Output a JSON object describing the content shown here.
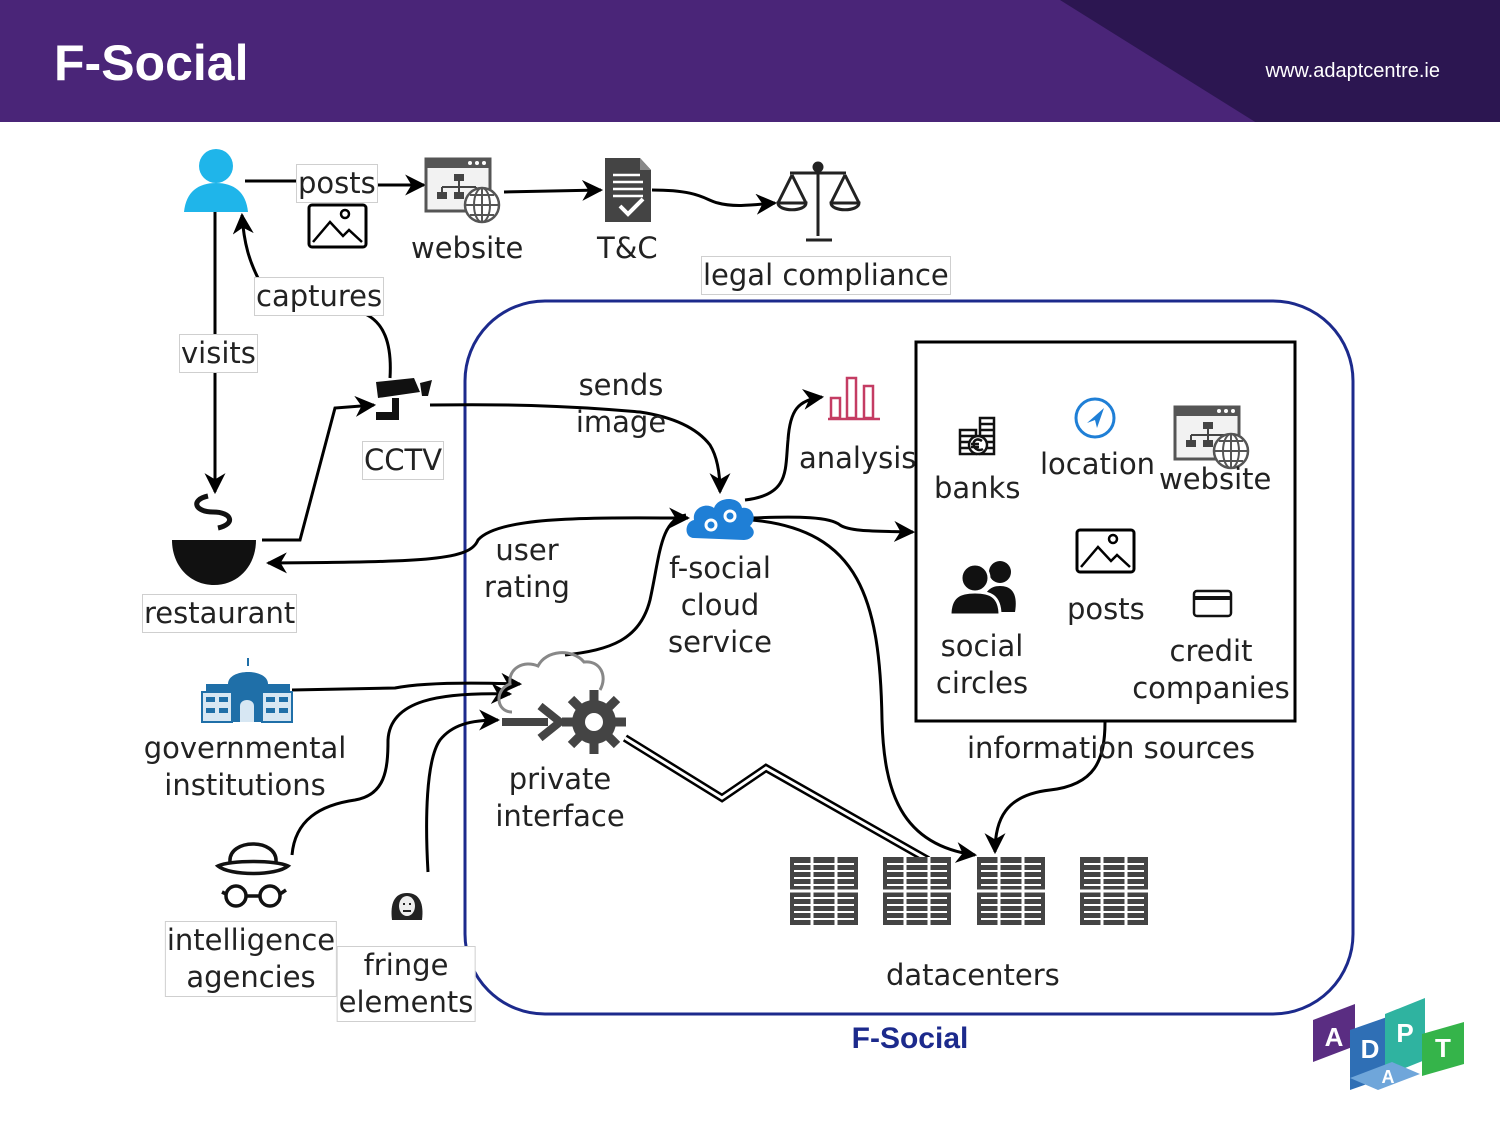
{
  "header": {
    "title": "F-Social",
    "website": "www.adaptcentre.ie"
  },
  "diagram": {
    "labels": {
      "posts_edge": "posts",
      "website_top": "website",
      "tc": "T&C",
      "legal": "legal compliance",
      "captures": "captures",
      "visits": "visits",
      "cctv": "CCTV",
      "restaurant": "restaurant",
      "sends_image": "sends\nimage",
      "user_rating": "user\nrating",
      "analysis": "analysis",
      "fsocial_cloud": "f-social\ncloud\nservice",
      "private_interface": "private\ninterface",
      "governmental": "governmental\ninstitutions",
      "intelligence": "intelligence\nagencies",
      "fringe": "fringe\nelements",
      "banks": "banks",
      "location": "location",
      "website_info": "website",
      "posts_info": "posts",
      "social_circles": "social\ncircles",
      "credit_companies": "credit\ncompanies",
      "information_sources": "information sources",
      "datacenters": "datacenters"
    },
    "caption": "F-Social",
    "colors": {
      "header": "#4a2578",
      "boundary": "#1c2a8c",
      "person": "#1fb5ea",
      "cloud": "#1f7fd6",
      "analysis": "#c43c63"
    }
  },
  "logo": {
    "letters": [
      "A",
      "D",
      "A",
      "P",
      "T"
    ]
  }
}
